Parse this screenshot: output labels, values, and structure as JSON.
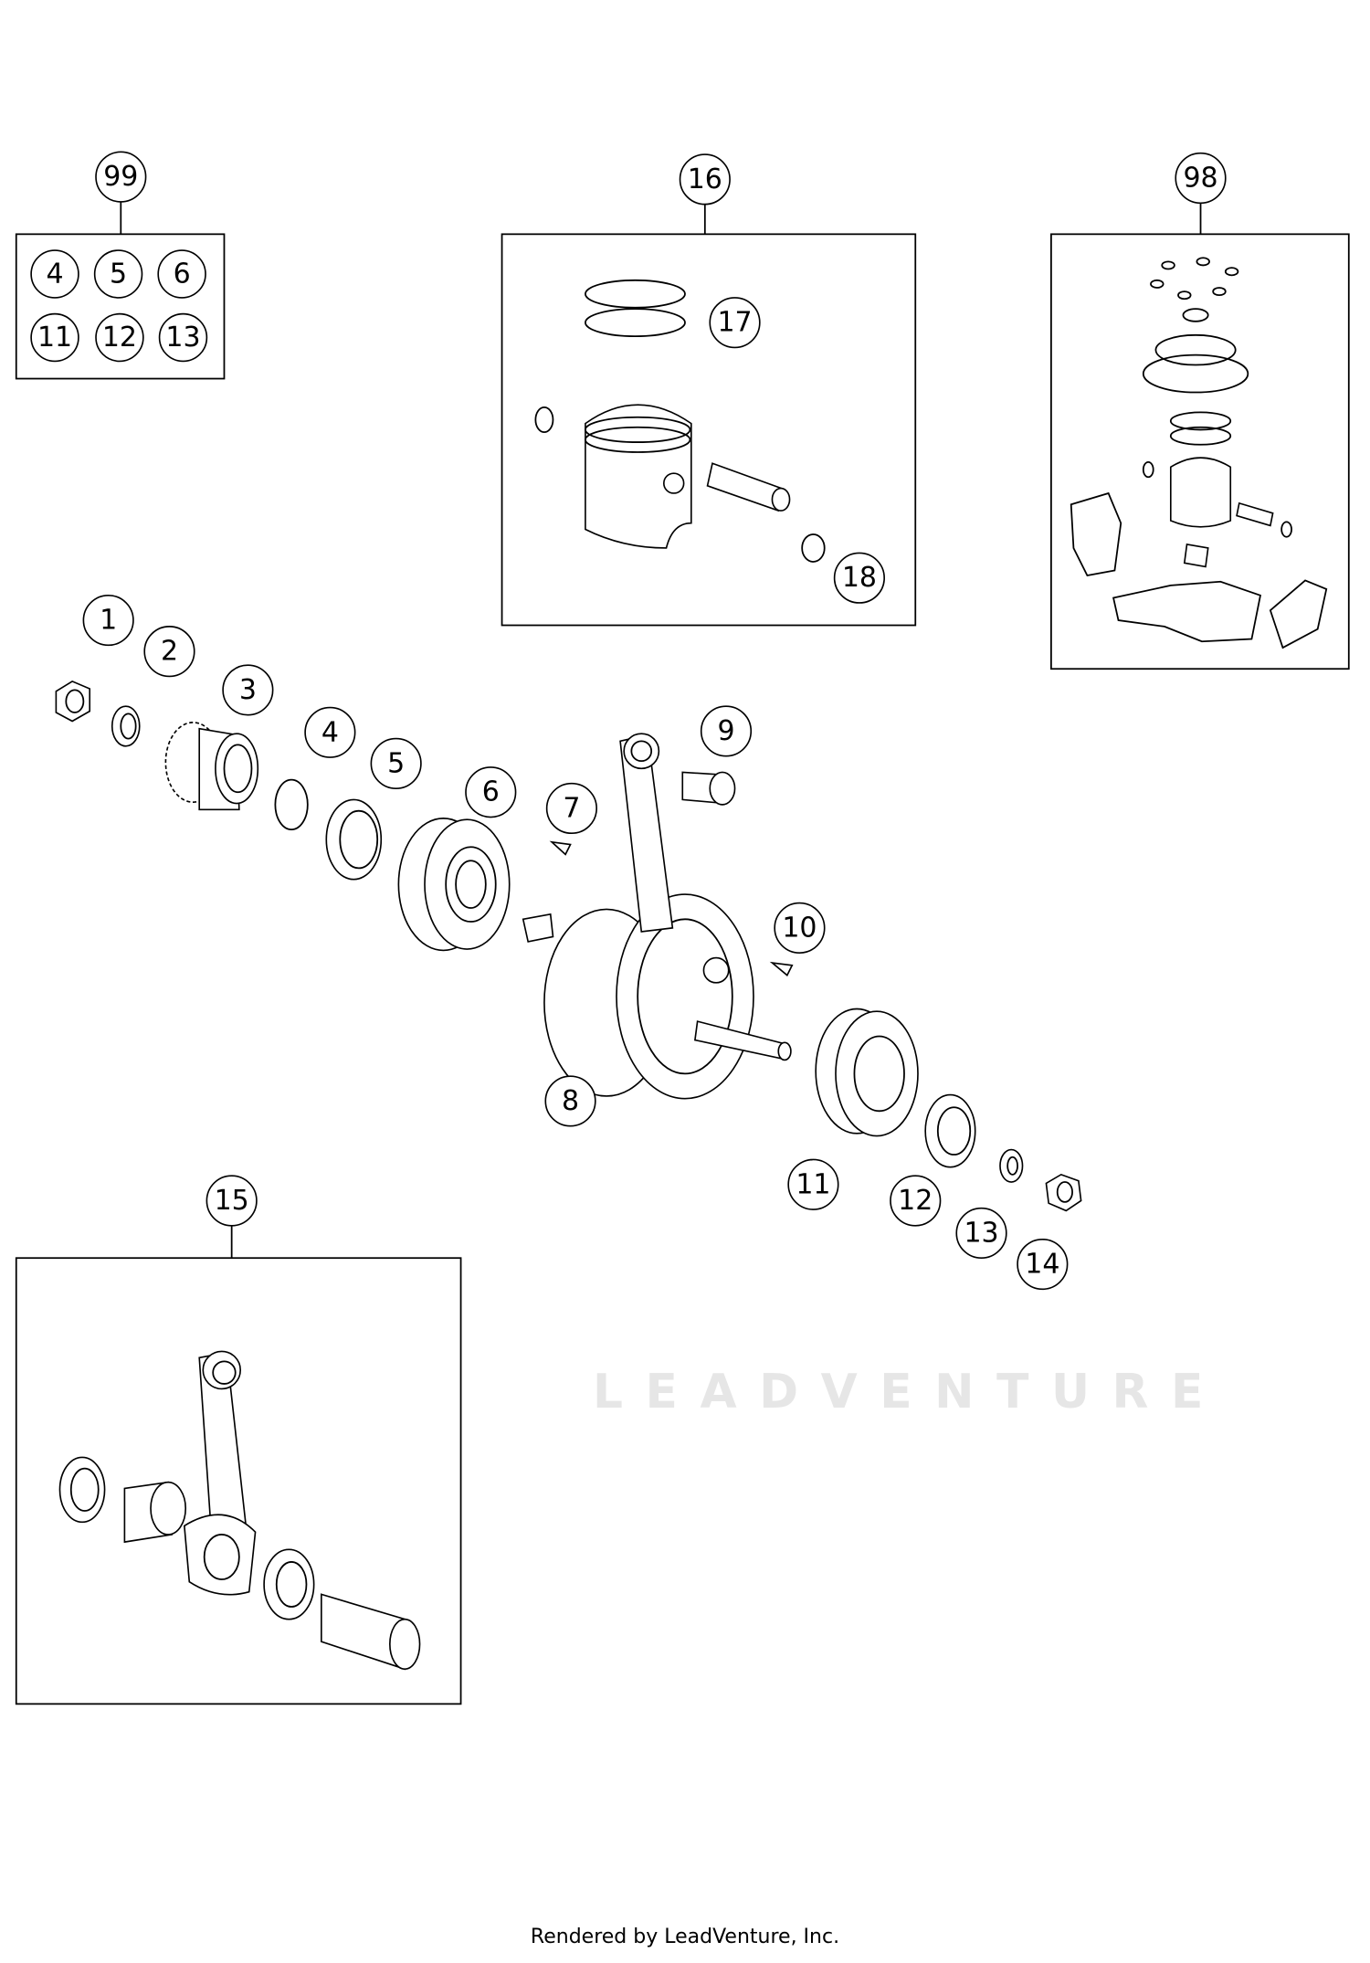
{
  "watermark": "LEADVENTURE",
  "footer": "Rendered by LeadVenture, Inc.",
  "kits": {
    "k99": {
      "label": "99",
      "contents": [
        "4",
        "5",
        "6",
        "11",
        "12",
        "13"
      ]
    },
    "k16": {
      "label": "16",
      "callouts": [
        "17",
        "18"
      ]
    },
    "k98": {
      "label": "98"
    },
    "k15": {
      "label": "15"
    }
  },
  "callouts": [
    "1",
    "2",
    "3",
    "4",
    "5",
    "6",
    "7",
    "8",
    "9",
    "10",
    "11",
    "12",
    "13",
    "14"
  ]
}
